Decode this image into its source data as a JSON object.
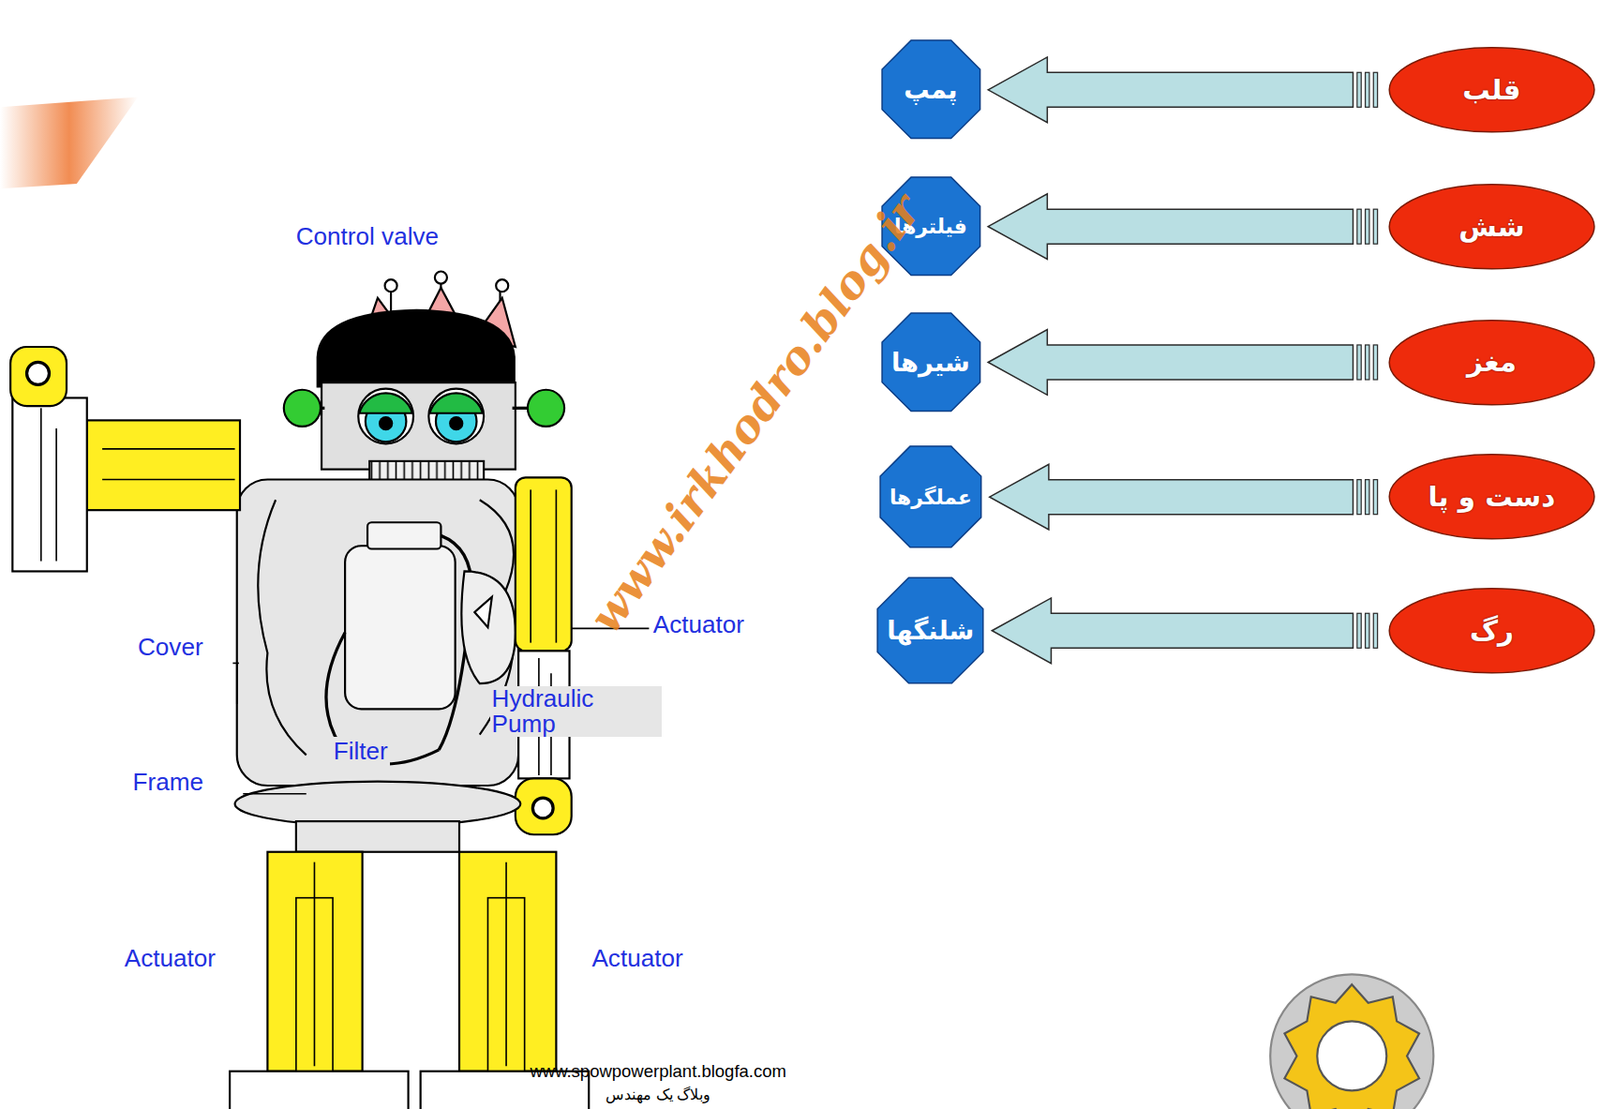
{
  "diagram": {
    "nodes": [
      {
        "text": [
          "قلب"
        ]
      },
      {
        "text": [
          "پمپ"
        ]
      },
      {
        "text": [
          "شش"
        ]
      },
      {
        "text": [
          "فیلترها"
        ]
      },
      {
        "text": [
          "مغز"
        ]
      },
      {
        "text": [
          "شیرها"
        ]
      },
      {
        "text": [
          "دست و پا"
        ]
      },
      {
        "text": [
          "عملگرها"
        ]
      },
      {
        "text": [
          "رگ"
        ]
      },
      {
        "text": [
          "شلنگها"
        ]
      }
    ],
    "edges": [
      {
        "from": 0,
        "to": 1,
        "arrow": "to"
      },
      {
        "from": 2,
        "to": 3,
        "arrow": "to"
      },
      {
        "from": 4,
        "to": 5,
        "arrow": "to"
      },
      {
        "from": 6,
        "to": 7,
        "arrow": "to"
      },
      {
        "from": 8,
        "to": 9,
        "arrow": "to"
      }
    ],
    "labels": [
      "Control valve",
      "Actuator",
      "Cover",
      "Hydraulic Pump",
      "Filter",
      "Frame",
      "Actuator",
      "Actuator",
      "www.irkhodro.blog.ir",
      "www.spowpowerplant.blogfa.com",
      "وبلاگ یک مهندس"
    ]
  }
}
